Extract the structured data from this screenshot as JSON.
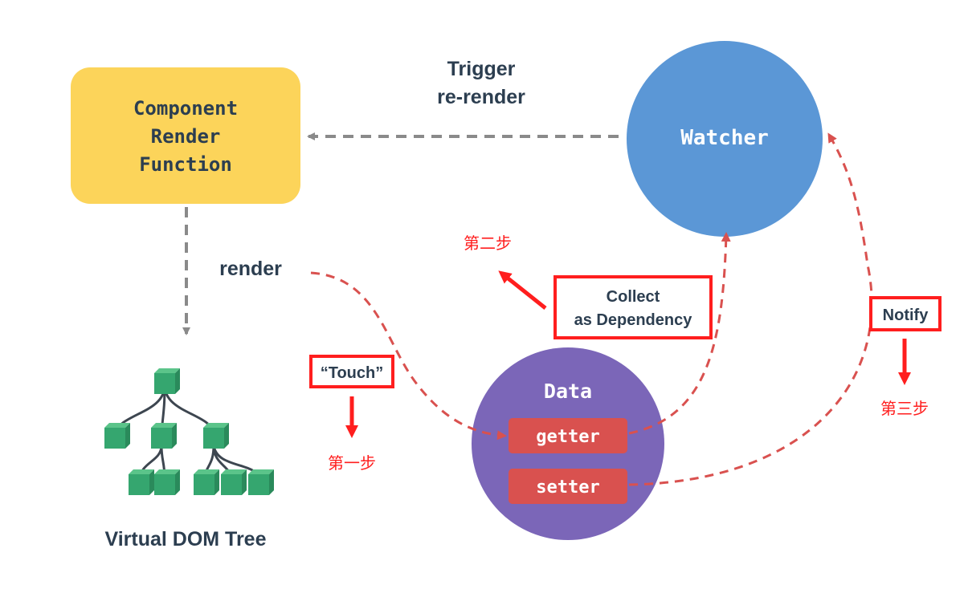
{
  "nodes": {
    "render_function": {
      "lines": [
        "Component",
        "Render",
        "Function"
      ]
    },
    "watcher": {
      "label": "Watcher"
    },
    "data": {
      "label": "Data",
      "getter": "getter",
      "setter": "setter"
    },
    "vdom": {
      "label": "Virtual DOM Tree"
    }
  },
  "edges": {
    "trigger": {
      "lines": [
        "Trigger",
        "re-render"
      ]
    },
    "render": {
      "label": "render"
    }
  },
  "annotations": {
    "touch": {
      "box": "“Touch”",
      "step": "第一步"
    },
    "collect": {
      "lines": [
        "Collect",
        "as Dependency"
      ],
      "step": "第二步"
    },
    "notify": {
      "box": "Notify",
      "step": "第三步"
    }
  },
  "colors": {
    "render_function_fill": "#FCD45A",
    "watcher_fill": "#5B97D6",
    "data_fill": "#7B66B8",
    "pill_fill": "#D9514F",
    "vdom_node": "#35A66F",
    "vdom_node_top": "#5BC48A",
    "vdom_edge": "#3D4650",
    "gray_dash": "#8A8A8A",
    "red_dash": "#D9514F",
    "annotation_red": "#FF1E1E",
    "text_dark": "#2C3E50"
  }
}
